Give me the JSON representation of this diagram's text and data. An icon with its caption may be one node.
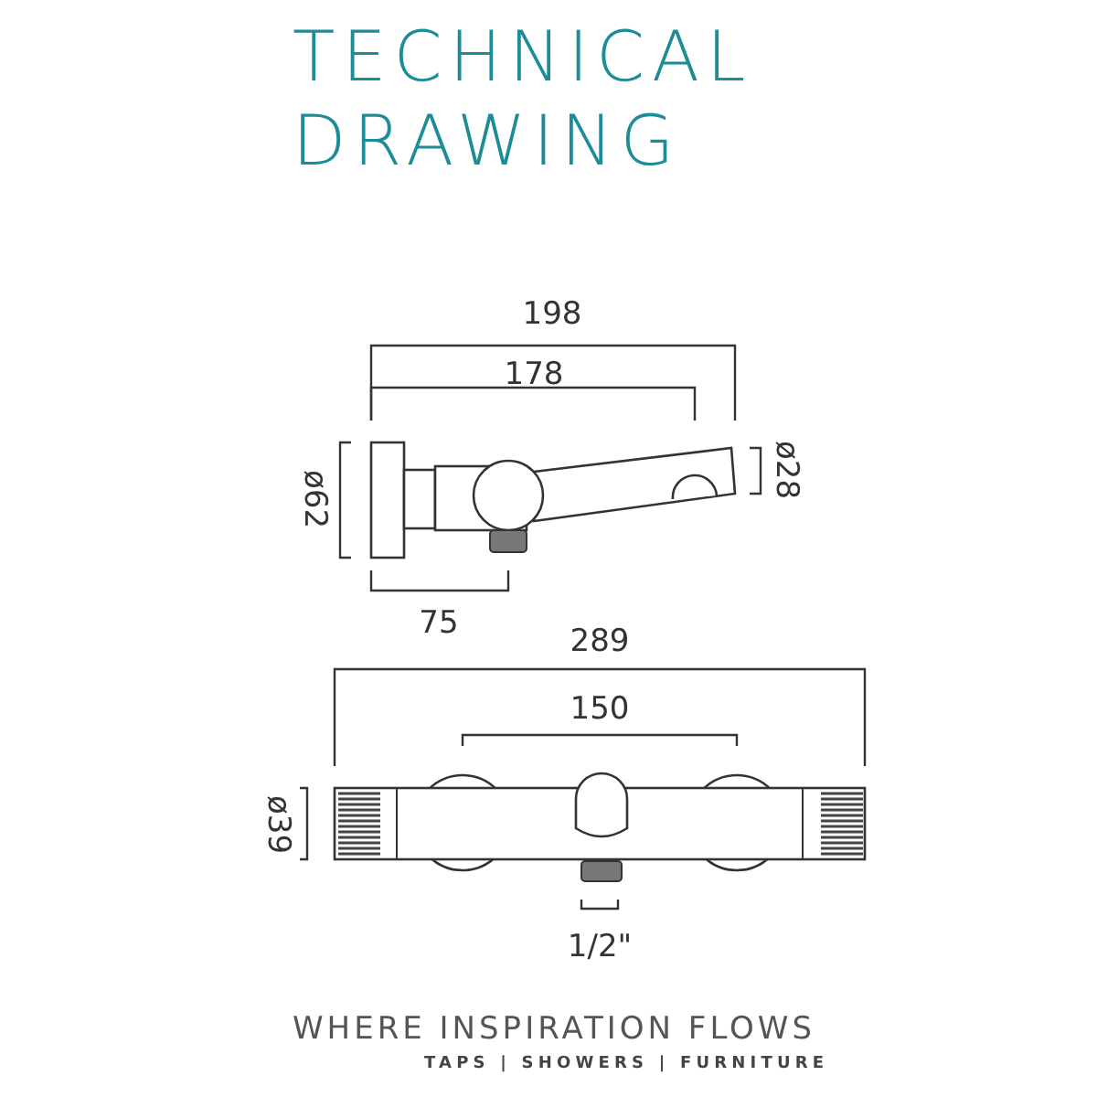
{
  "diagram": {
    "title": "TECHNICAL DRAWING",
    "labels": [
      "198",
      "178",
      "ø62",
      "ø28",
      "75",
      "289",
      "150",
      "ø39",
      "1/2\"",
      "WHERE INSPIRATION FLOWS",
      "TAPS | SHOWERS | FURNITURE"
    ]
  }
}
